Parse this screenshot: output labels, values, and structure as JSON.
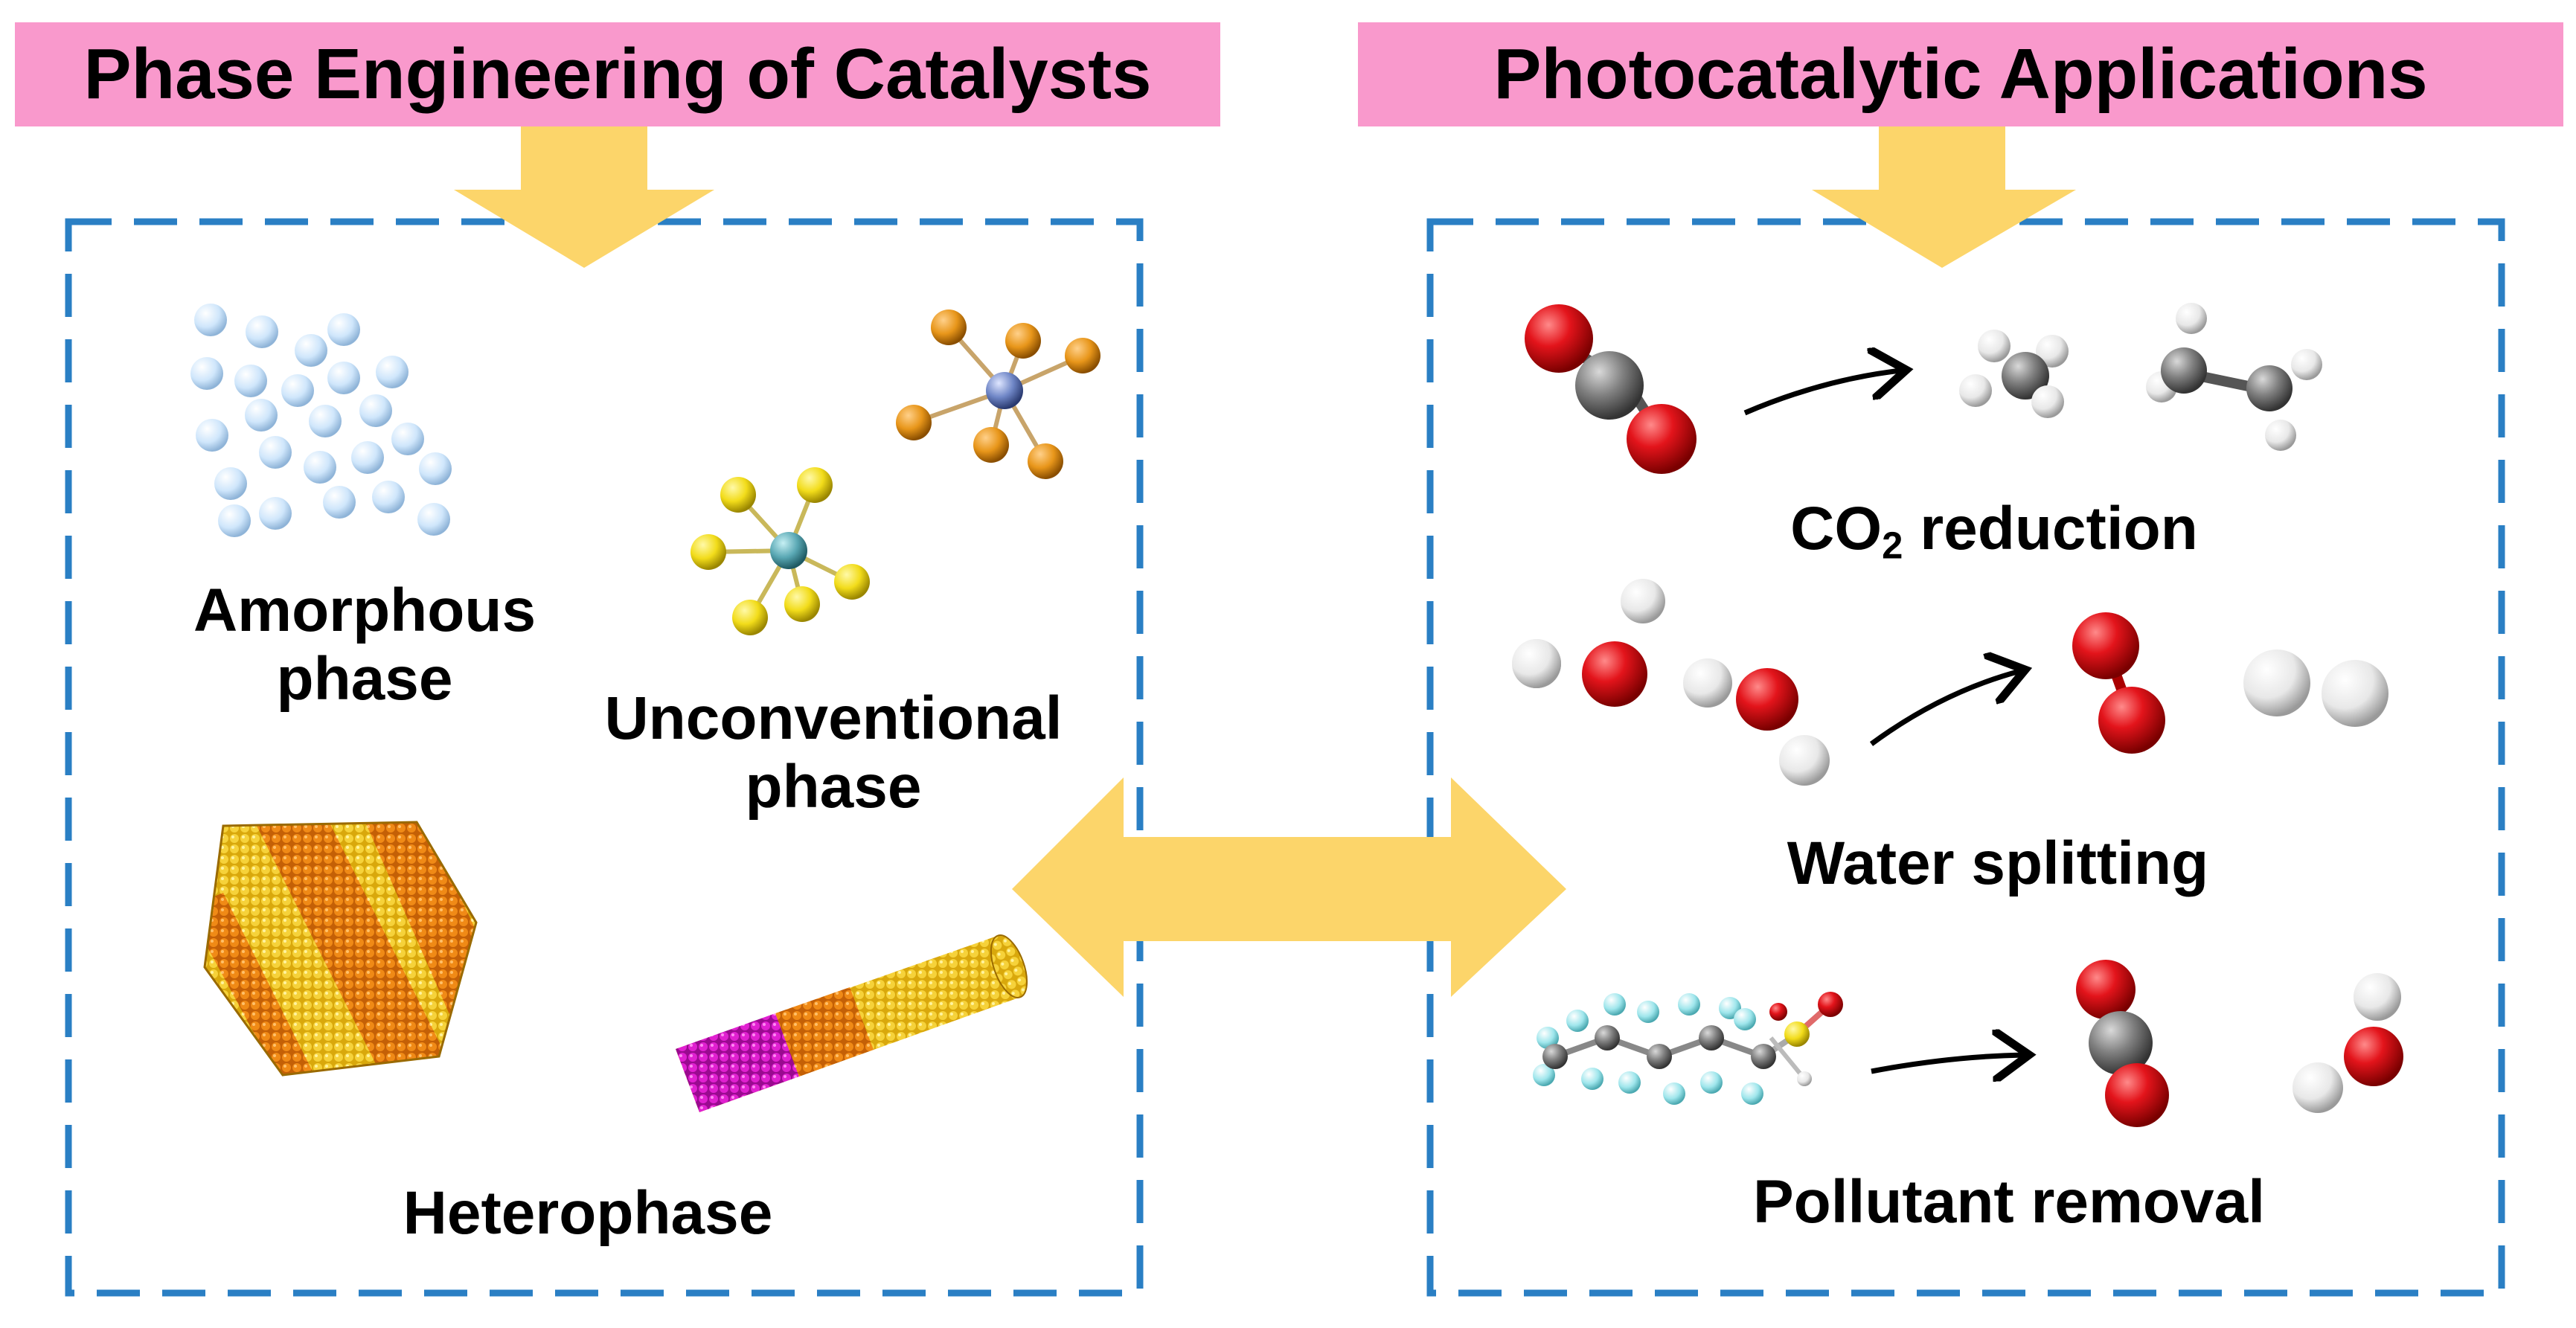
{
  "left_panel": {
    "header": "Phase Engineering of Catalysts",
    "labels": {
      "amorphous_line1": "Amorphous",
      "amorphous_line2": "phase",
      "unconventional_line1": "Unconventional",
      "unconventional_line2": "phase",
      "heterophase": "Heterophase"
    }
  },
  "right_panel": {
    "header": "Photocatalytic Applications",
    "labels": {
      "co2_prefix": "CO",
      "co2_subscript": "2",
      "co2_suffix": " reduction",
      "water_splitting": "Water splitting",
      "pollutant_removal": "Pollutant removal"
    }
  },
  "colors": {
    "header_fill": "#f999cc",
    "arrow_fill": "#fcd56a",
    "dashed_border": "#2a7fc4",
    "oxygen": "#e3141b",
    "carbon": "#8a8a8a",
    "hydrogen": "#f2f2f2",
    "fluorine": "#9fe6ec",
    "sulfur": "#e6d21a",
    "amorphous_sphere": "#cfe6fb",
    "orange_phase": "#f08a16",
    "gold_phase": "#f2c81c",
    "magenta_phase": "#e020d0",
    "teal_center": "#5aa8b4",
    "yellow_ligand": "#f2dc1a",
    "blue_center": "#6f86c6",
    "orange_ligand": "#e8961a"
  }
}
